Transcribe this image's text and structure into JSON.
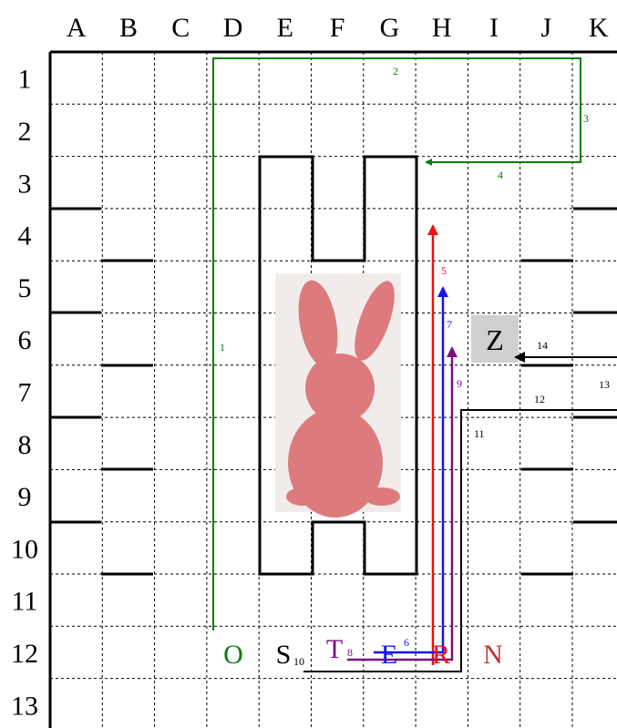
{
  "columns": [
    "A",
    "B",
    "C",
    "D",
    "E",
    "F",
    "G",
    "H",
    "I",
    "J",
    "K"
  ],
  "rows": [
    "1",
    "2",
    "3",
    "4",
    "5",
    "6",
    "7",
    "8",
    "9",
    "10",
    "11",
    "12",
    "13"
  ],
  "colors": {
    "green": "#0a7d0a",
    "red": "#ee1111",
    "blue": "#1515ee",
    "purple": "#7a0f86",
    "black": "#000000",
    "bunny": "#dc7a7e",
    "bunny_bg": "#f1ecea",
    "z_box": "#d0d0d0"
  },
  "letters": {
    "O": "O",
    "S": "S",
    "S_sub": "10",
    "T": "T",
    "T_sub": "8",
    "E": "E",
    "R": "R",
    "N": "N",
    "Z": "Z"
  },
  "step_labels": {
    "s1": "1",
    "s2": "2",
    "s3": "3",
    "s4": "4",
    "s5": "5",
    "s6": "6",
    "s7": "7",
    "s9": "9",
    "s11": "11",
    "s12": "12",
    "s13": "13",
    "s14": "14"
  },
  "picture": {
    "icon": "bunny-icon"
  }
}
